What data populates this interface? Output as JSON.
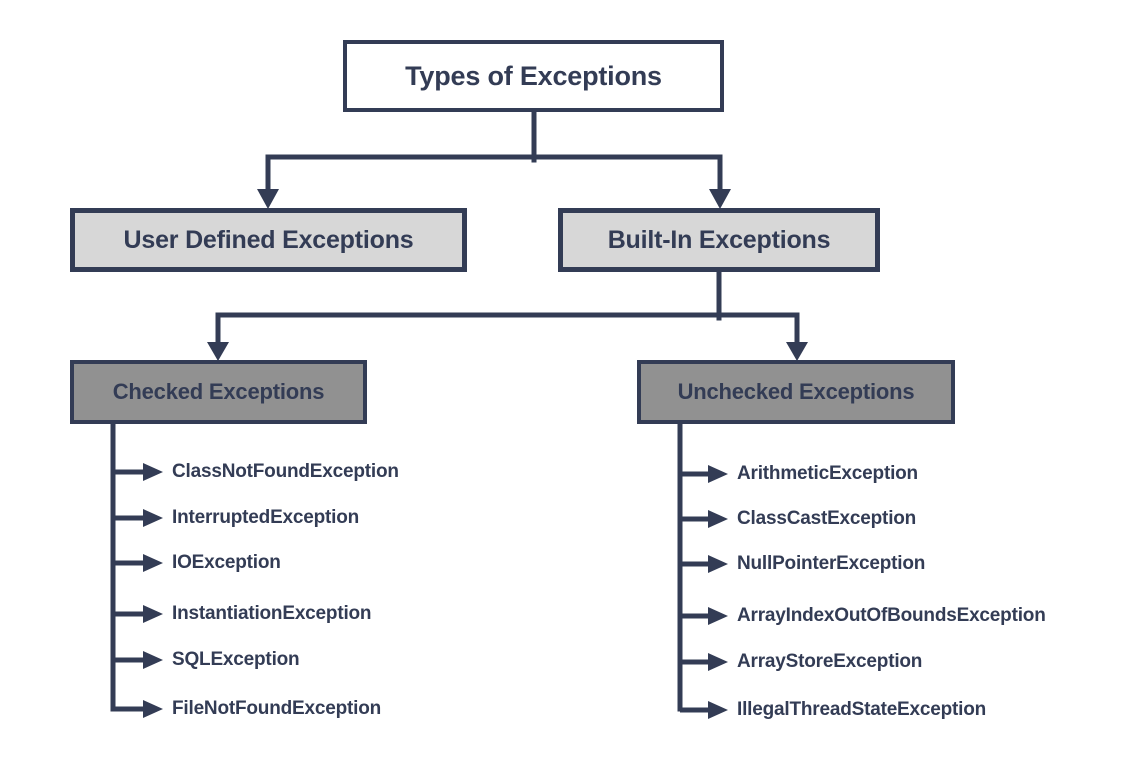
{
  "diagram": {
    "title": "Types of Exceptions",
    "colors": {
      "line": "#333c55",
      "text": "#333c55",
      "root_fill": "#ffffff",
      "level2_fill": "#d7d7d7",
      "level3_fill": "#919191",
      "background": "#ffffff"
    },
    "level2": [
      {
        "label": "User Defined Exceptions"
      },
      {
        "label": "Built-In Exceptions"
      }
    ],
    "level3": [
      {
        "label": "Checked Exceptions",
        "items": [
          "ClassNotFoundException",
          "InterruptedException",
          "IOException",
          "InstantiationException",
          "SQLException",
          "FileNotFoundException"
        ]
      },
      {
        "label": "Unchecked Exceptions",
        "items": [
          "ArithmeticException",
          "ClassCastException",
          "NullPointerException",
          "ArrayIndexOutOfBoundsException",
          "ArrayStoreException",
          "IllegalThreadStateException"
        ]
      }
    ]
  }
}
